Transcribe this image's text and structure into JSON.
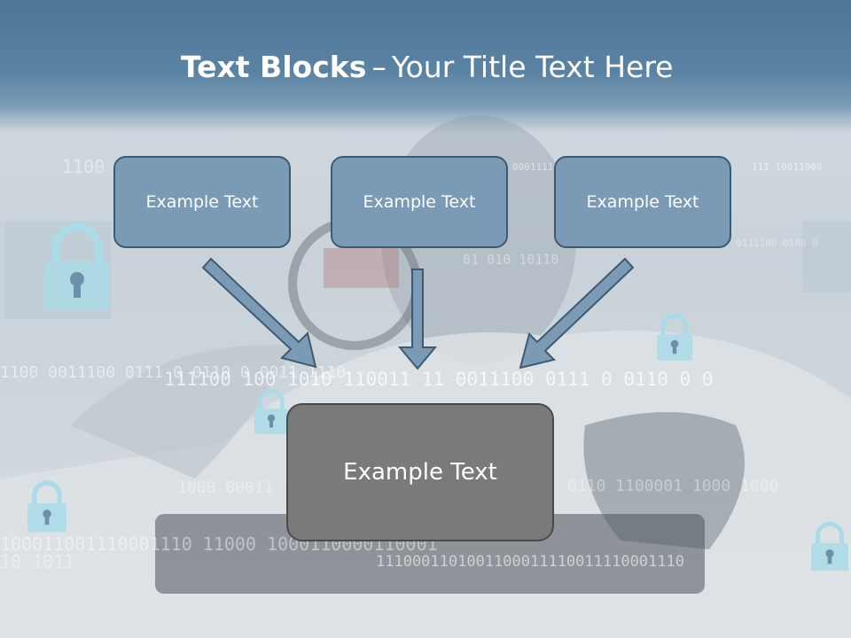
{
  "title": {
    "bold": "Text Blocks",
    "separator": "–",
    "rest": "Your Title Text Here"
  },
  "boxes": {
    "top": [
      {
        "label": "Example Text"
      },
      {
        "label": "Example Text"
      },
      {
        "label": "Example Text"
      }
    ],
    "main": {
      "label": "Example Text"
    }
  },
  "background": {
    "binary_lines": [
      "1100",
      "00011110",
      "111  10011000",
      "01 010 10110",
      "0111100 0100 0",
      "1100 0011100 0111 0 0110 0 0011 1110",
      "111100 100 1010  110011 11 0011100 0111 0 0110 0 0",
      "1000 00011",
      "0110 1100001 1000 1000",
      "100011001110001110 11000 1000110000110001",
      "10 1011",
      "1110001101001100011110011110001110"
    ]
  },
  "colors": {
    "header": "#5b83a4",
    "box_fill": "#7a9ab6",
    "box_border": "#3e5a73",
    "main_fill": "#7a7a7a",
    "main_border": "#4a4a4a",
    "arrow_fill": "#7a9ab6",
    "arrow_stroke": "#3e5a73"
  },
  "icons": [
    "padlock-icon",
    "padlock-icon",
    "padlock-icon",
    "padlock-icon",
    "padlock-icon"
  ]
}
